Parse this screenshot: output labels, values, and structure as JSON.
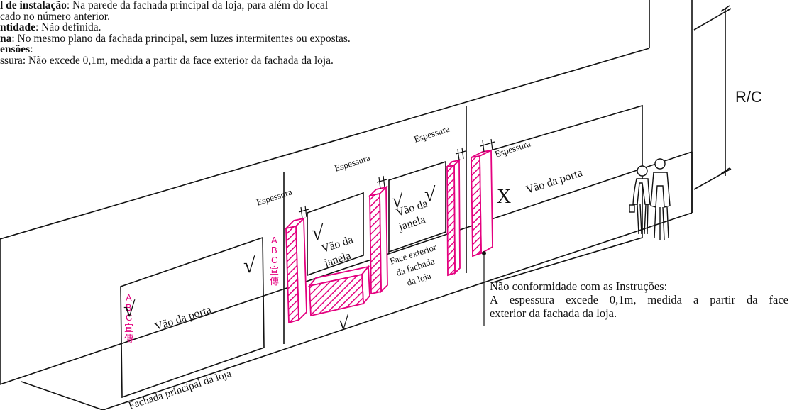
{
  "specs": {
    "l1_label": "l de instalação",
    "l1_text": ": Na parede da fachada principal da loja, para além do local",
    "l2_text": "cado no número anterior.",
    "l3_label": "ntidade",
    "l3_text": ": Não definida.",
    "l4_label": "na",
    "l4_text": ": No mesmo plano da fachada principal, sem luzes intermitentes ou expostas.",
    "l5_label": "ensões",
    "l5_text": ":",
    "l6_text": "ssura: Não excede 0,1m, medida a partir da face exterior da fachada da loja."
  },
  "labels": {
    "rc": "R/C",
    "door_left": "Vão da porta",
    "door_right": "Vão da porta",
    "window_1a": "Vão da",
    "window_1b": "janela",
    "window_2a": "Vão da",
    "window_2b": "janela",
    "face_1": "Face exterior",
    "face_2": "da fachada",
    "face_3": "da loja",
    "facade": "Fachada principal da loja",
    "espessura": "Espessura"
  },
  "marks": {
    "check": "√",
    "cross": "X"
  },
  "sign_text": {
    "vertical": [
      "A",
      "B",
      "C",
      "宣",
      "傳"
    ]
  },
  "note": {
    "line1": "Não conformidade com as Instruções:",
    "line2_words": [
      "A",
      "espessura",
      "excede",
      "0,1m,",
      "medida",
      "a",
      "partir",
      "da",
      "face"
    ],
    "line3": "exterior da fachada da loja."
  },
  "colors": {
    "sign_red": "#e4007f",
    "line": "#111111"
  }
}
